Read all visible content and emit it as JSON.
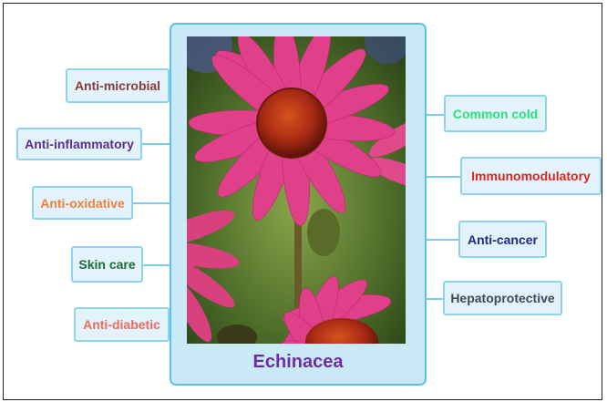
{
  "center": {
    "label": "Echinacea"
  },
  "left_items": [
    {
      "label": "Anti-microbial",
      "color": "#8b3a3a"
    },
    {
      "label": "Anti-inflammatory",
      "color": "#5a2d91"
    },
    {
      "label": "Anti-oxidative",
      "color": "#f07f3a"
    },
    {
      "label": "Skin care",
      "color": "#1e6b3a"
    },
    {
      "label": "Anti-diabetic",
      "color": "#f06a5a"
    }
  ],
  "right_items": [
    {
      "label": "Common cold",
      "color": "#2de07a"
    },
    {
      "label": "Immunomodulatory",
      "color": "#d8281e"
    },
    {
      "label": "Anti-cancer",
      "color": "#1c2a8c"
    },
    {
      "label": "Hepatoprotective",
      "color": "#3b4a5a"
    }
  ],
  "colors": {
    "box_fill": "#e3f3fb",
    "box_border": "#8fd3ef",
    "center_fill": "#c9e9f7",
    "center_border": "#5cc3e6",
    "connector": "#7ccbea",
    "petal": "#e0408a",
    "cone": "#b8321a"
  }
}
